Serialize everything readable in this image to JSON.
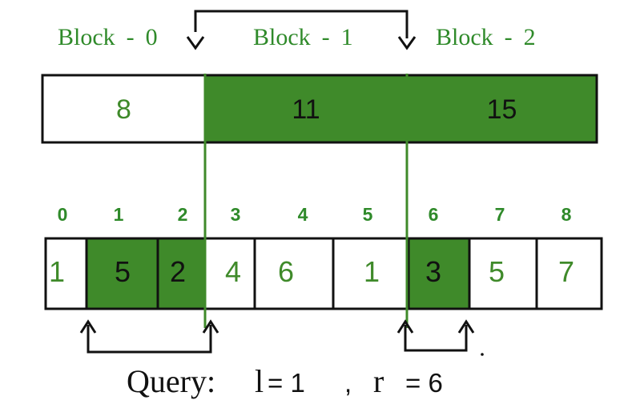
{
  "colors": {
    "green": "#3f8a2a",
    "dark_green": "#2f6f1d",
    "border": "#111111",
    "white": "#ffffff",
    "text_dark": "#111111",
    "label_green": "#2f8a2a"
  },
  "block_labels": [
    {
      "name": "Block",
      "sep": "-",
      "num": "0"
    },
    {
      "name": "Block",
      "sep": "-",
      "num": "1"
    },
    {
      "name": "Block",
      "sep": "-",
      "num": "2"
    }
  ],
  "blocks": [
    {
      "value": "8",
      "highlighted": false
    },
    {
      "value": "11",
      "highlighted": true
    },
    {
      "value": "15",
      "highlighted": true
    }
  ],
  "indices": [
    "0",
    "1",
    "2",
    "3",
    "4",
    "5",
    "6",
    "7",
    "8"
  ],
  "array": [
    {
      "value": "1",
      "highlighted": false
    },
    {
      "value": "5",
      "highlighted": true
    },
    {
      "value": "2",
      "highlighted": true
    },
    {
      "value": "4",
      "highlighted": false
    },
    {
      "value": "6",
      "highlighted": false
    },
    {
      "value": "1",
      "highlighted": false
    },
    {
      "value": "3",
      "highlighted": true
    },
    {
      "value": "5",
      "highlighted": false
    },
    {
      "value": "7",
      "highlighted": false
    }
  ],
  "query": {
    "label": "Query:",
    "l_name": "l",
    "l_eq": "= 1",
    "comma": ",",
    "r_name": "r",
    "r_eq": "= 6"
  }
}
